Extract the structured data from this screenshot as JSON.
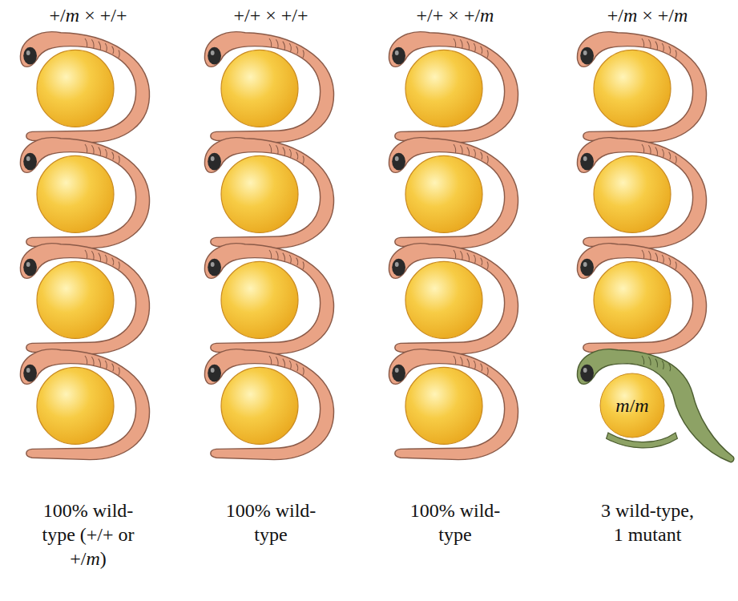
{
  "diagram": {
    "nodes": [
      {
        "text": [
          "m/m"
        ]
      }
    ],
    "labels": [
      "+/m × +/+",
      "+/+ × +/+",
      "+/+ × +/m",
      "+/m × +/m",
      "100% wild-type (+/+ or +/m)",
      "100% wild-type",
      "100% wild-type",
      "3 wild-type, 1 mutant"
    ]
  }
}
